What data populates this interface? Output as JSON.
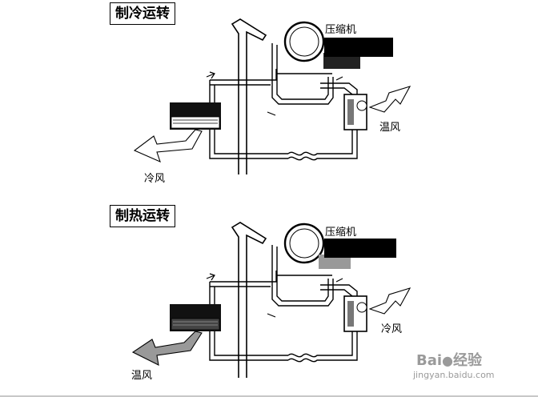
{
  "diagrams": [
    {
      "title": "制冷运转",
      "compressor_label": "压缩机",
      "indoor_air_label": "冷风",
      "outdoor_air_label": "温风"
    },
    {
      "title": "制热运转",
      "compressor_label": "压缩机",
      "indoor_air_label": "温风",
      "outdoor_air_label": "冷风"
    }
  ],
  "watermark": {
    "brand": "Bai",
    "brand_suffix": "经验",
    "url": "jingyan.baidu.com"
  }
}
